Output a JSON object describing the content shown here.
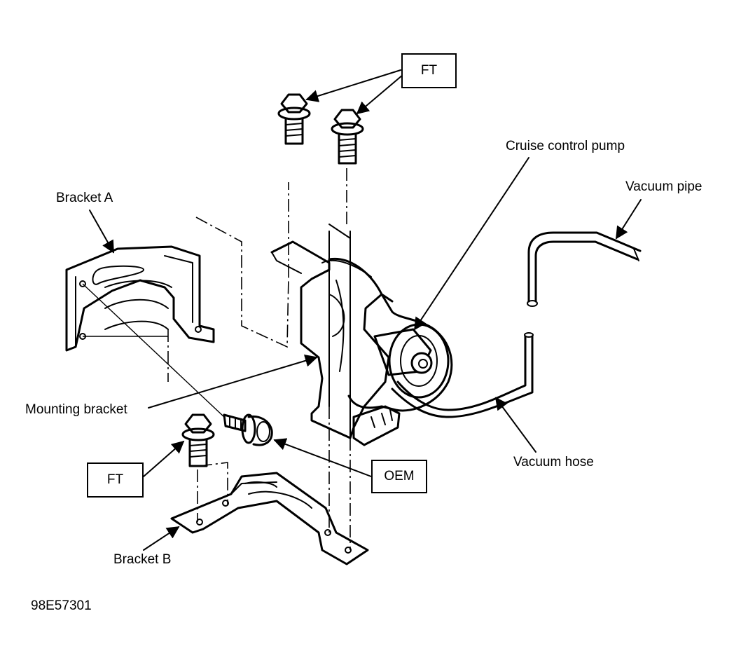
{
  "labels": {
    "ft_top": "FT",
    "ft_bottom": "FT",
    "oem": "OEM",
    "cruise_control_pump": "Cruise control pump",
    "vacuum_pipe": "Vacuum pipe",
    "bracket_a": "Bracket A",
    "mounting_bracket": "Mounting bracket",
    "vacuum_hose": "Vacuum hose",
    "bracket_b": "Bracket B",
    "figure_id": "98E57301"
  }
}
